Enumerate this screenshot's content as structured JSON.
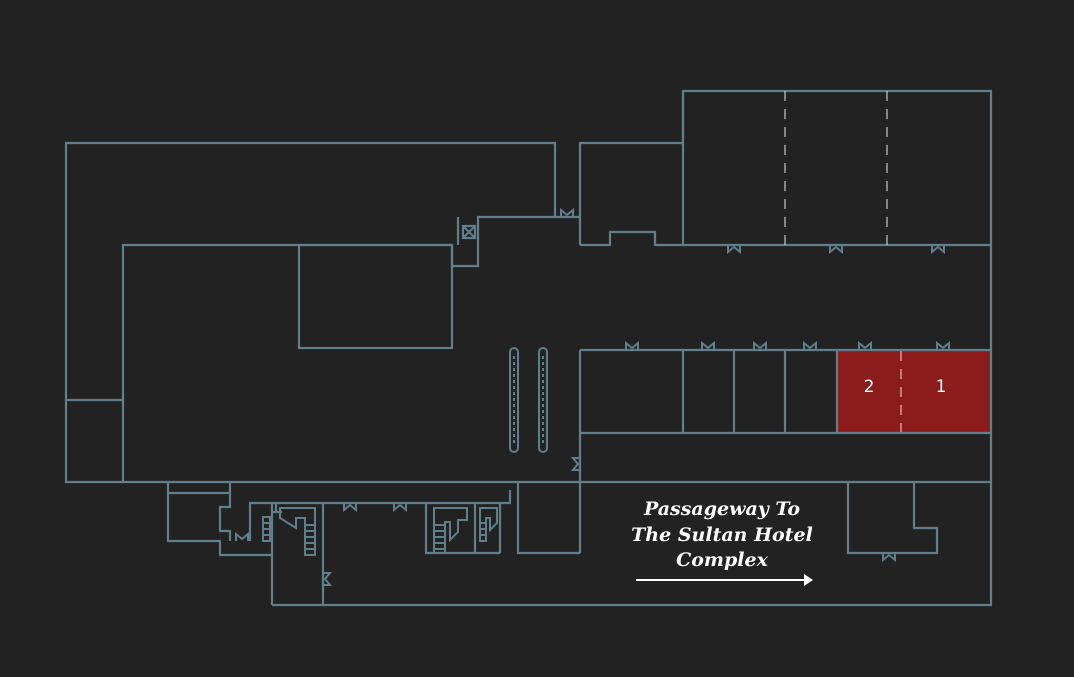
{
  "map": {
    "highlight_color": "#8c1c1c",
    "wall_color": "#5f7f8c",
    "background_color": "#222222",
    "rooms": [
      {
        "label": "2"
      },
      {
        "label": "1"
      }
    ],
    "passageway": {
      "line1": "Passageway To",
      "line2": "The Sultan Hotel",
      "line3": "Complex",
      "icon": "arrow-right-icon"
    }
  }
}
